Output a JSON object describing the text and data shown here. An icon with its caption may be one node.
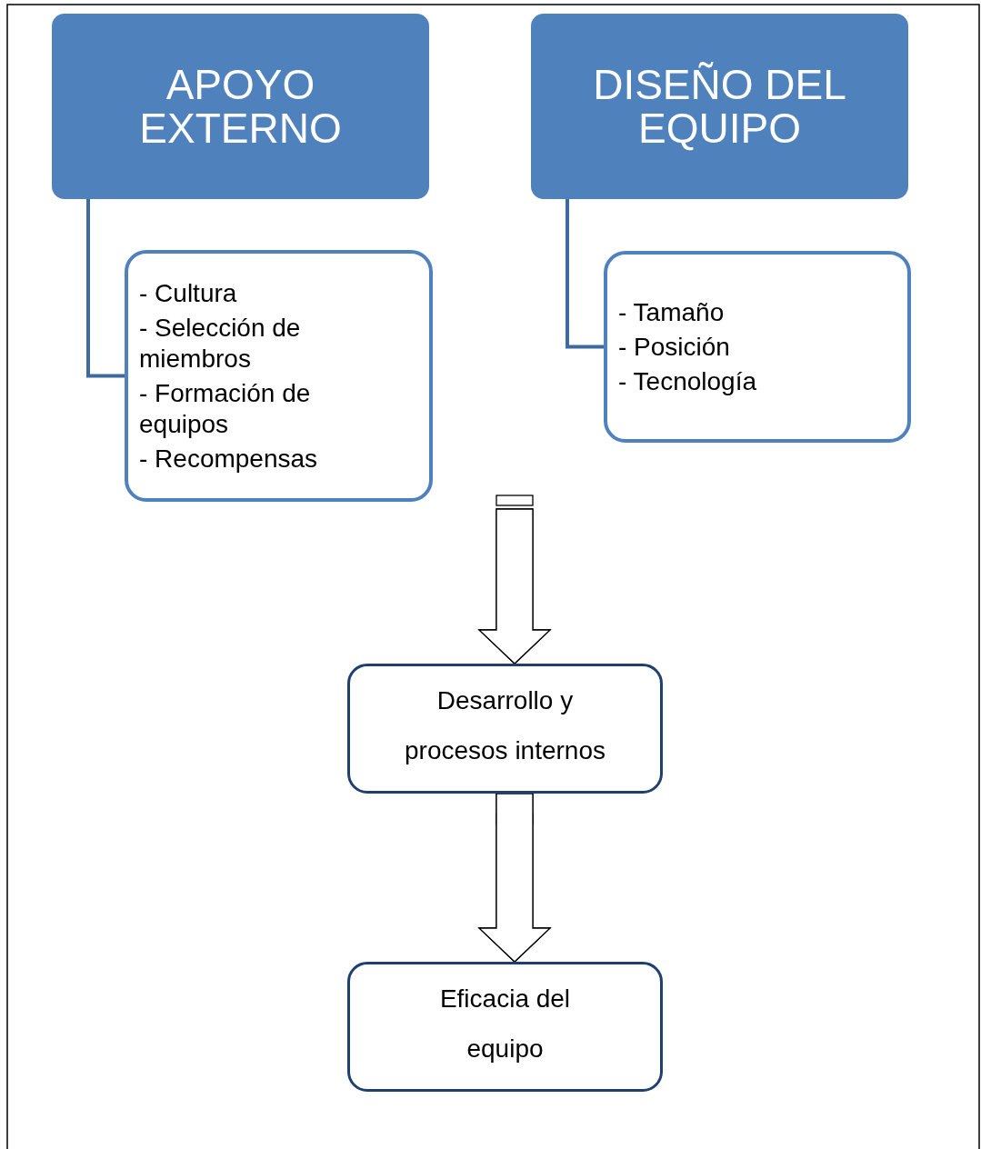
{
  "diagram": {
    "nodes": [
      {
        "text": [
          "APOYO EXTERNO"
        ]
      },
      {
        "text": [
          "- Cultura",
          "- Selección de miembros",
          "- Formación de equipos",
          "- Recompensas"
        ]
      },
      {
        "text": [
          "DISEÑO DEL EQUIPO"
        ]
      },
      {
        "text": [
          "- Tamaño",
          "- Posición",
          "- Tecnología"
        ]
      },
      {
        "text": [
          "Desarrollo y procesos internos"
        ]
      },
      {
        "text": [
          "Eficacia del equipo"
        ]
      }
    ],
    "edges": [
      {
        "from": 0,
        "to": 1,
        "arrow": "none"
      },
      {
        "from": 2,
        "to": 3,
        "arrow": "none"
      },
      {
        "from": null,
        "to": 4,
        "arrow": "to"
      },
      {
        "from": 4,
        "to": 5,
        "arrow": "to"
      }
    ]
  }
}
